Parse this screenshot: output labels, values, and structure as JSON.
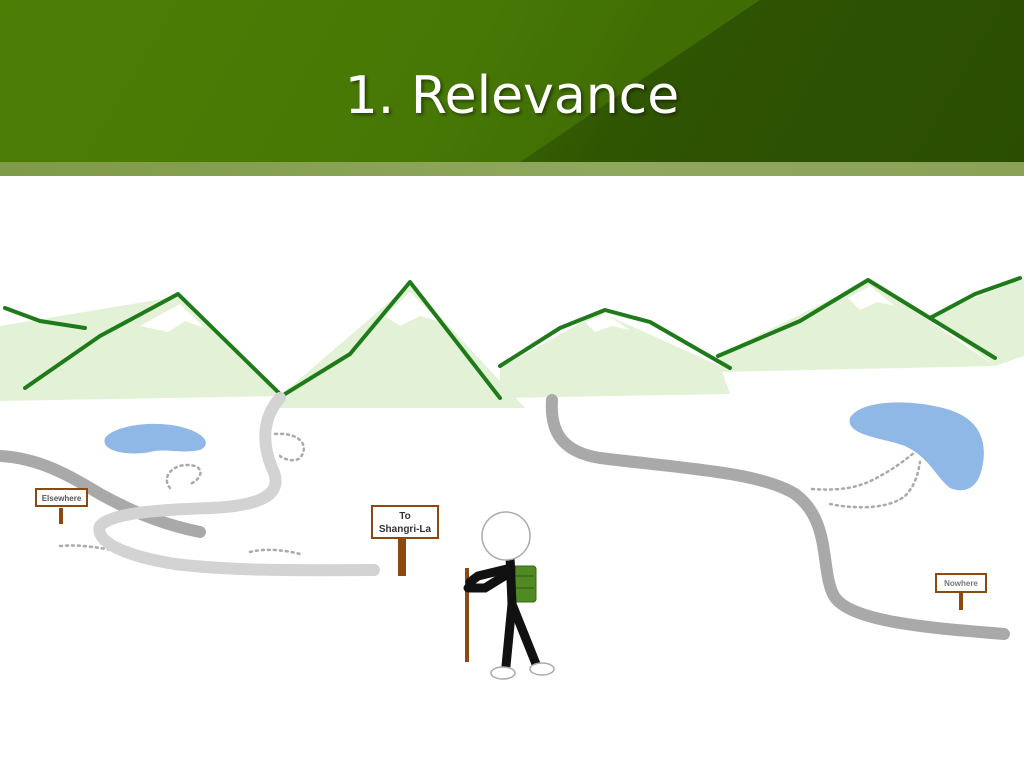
{
  "slide": {
    "title": "1. Relevance"
  },
  "signs": {
    "elsewhere": "Elsewhere",
    "to": "To",
    "shangri_la": "Shangri-La",
    "nowhere": "Nowhere"
  },
  "colors": {
    "header_dark": "#2a4d02",
    "header_light": "#4a7a05",
    "ridge": "#1f7a1a",
    "mountain_fill": "#e3f2d6",
    "lake": "#8fb8e6",
    "path": "#c7c7c7",
    "path_dark": "#a9a9a9",
    "sign_border": "#8a4a12",
    "backpack": "#4f8a22"
  }
}
